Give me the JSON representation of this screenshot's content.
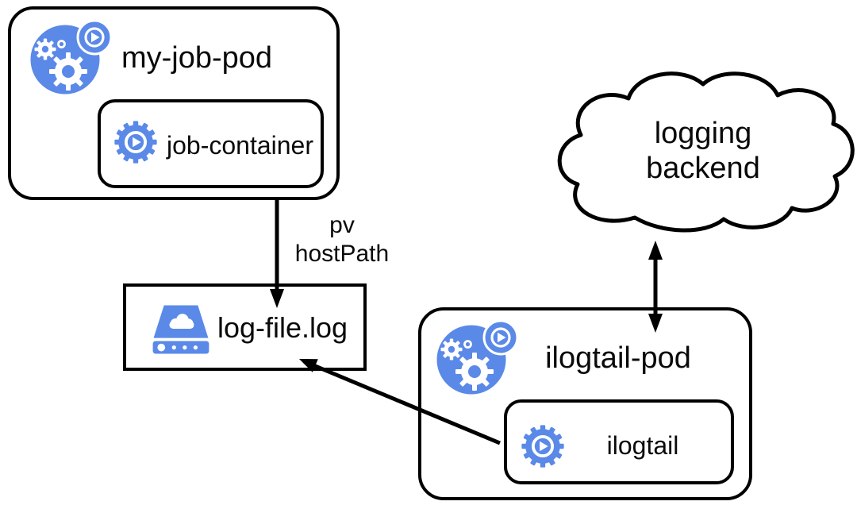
{
  "colors": {
    "icon_blue": "#5A89E8",
    "line_black": "#000000",
    "background": "#FFFFFF",
    "text": "#0A0A0A"
  },
  "icons": {
    "pod": "kubernetes-pod-icon",
    "container": "container-gear-icon",
    "storage": "storage-volume-icon",
    "backend": "cloud-shape"
  },
  "nodes": {
    "my_job_pod": {
      "label": "my-job-pod",
      "icon": "kubernetes-pod-icon"
    },
    "job_container": {
      "label": "job-container",
      "icon": "container-gear-icon"
    },
    "log_file": {
      "label": "log-file.log",
      "icon": "storage-volume-icon"
    },
    "logging_backend": {
      "label_line1": "logging",
      "label_line2": "backend",
      "shape": "cloud"
    },
    "ilogtail_pod": {
      "label": "ilogtail-pod",
      "icon": "kubernetes-pod-icon"
    },
    "ilogtail": {
      "label": "ilogtail",
      "icon": "container-gear-icon"
    }
  },
  "edges": {
    "job_to_logfile": {
      "from": "my-job-pod",
      "to": "log-file.log",
      "style": "arrow",
      "label_line1": "pv",
      "label_line2": "hostPath"
    },
    "ilogtail_to_logfile": {
      "from": "ilogtail",
      "to": "log-file.log",
      "style": "arrow"
    },
    "pod_to_backend": {
      "from": "ilogtail-pod",
      "to": "logging backend",
      "style": "double-arrow"
    }
  }
}
